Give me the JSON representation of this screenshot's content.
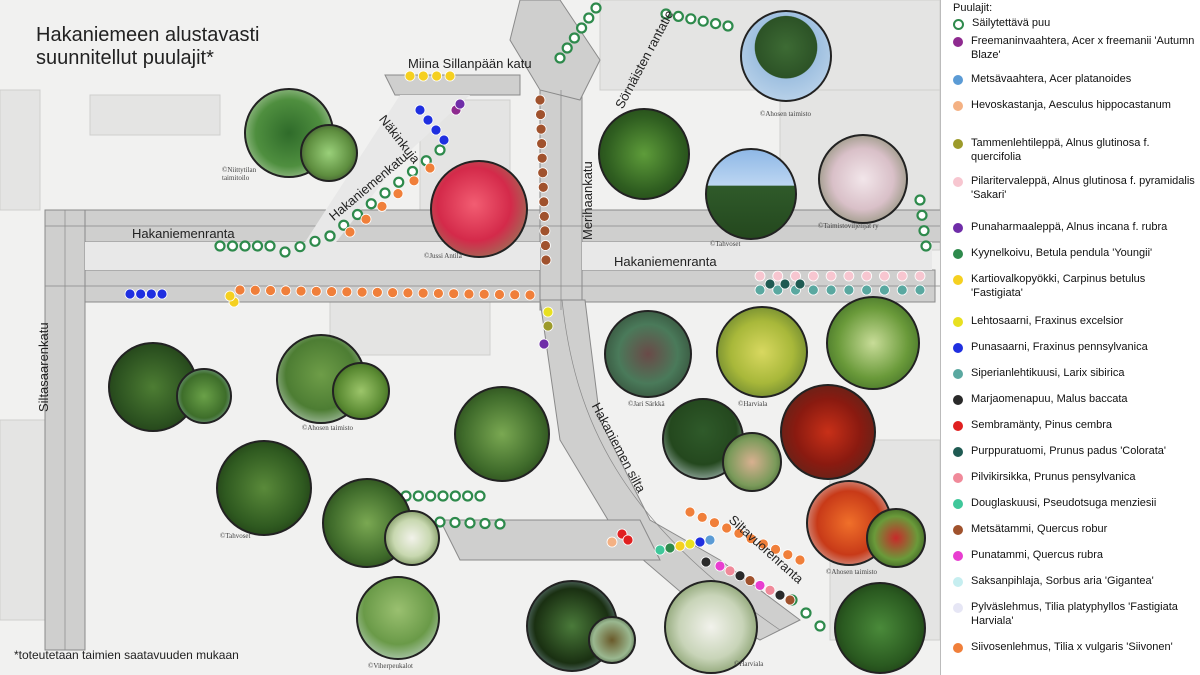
{
  "map": {
    "title": "Hakaniemeen alustavasti suunnitellut puulajit*",
    "footnote": "*toteutetaan taimien saatavuuden mukaan",
    "streets": {
      "miina": "Miina Sillanpään katu",
      "sornaisten": "Sörnäisten rantatie",
      "nakinkuja": "Näkinkuja",
      "hakaniemenkatu": "Hakaniemenkatu",
      "hakaniemenranta_w": "Hakaniemenranta",
      "hakaniemenranta_e": "Hakaniemenranta",
      "siltasaarenkatu": "Siltasaarenkatu",
      "merihaankatu": "Merihaankatu",
      "hakaniemen_silta": "Hakaniemen silta",
      "siltavuorenranta": "Siltavuorenranta"
    },
    "credits": {
      "ahonen_top": "©Ahosen taimisto",
      "niittytila": "©Niittytilan taimitoilo",
      "jussi": "©Jussi Antila",
      "tahvoset_1": "©Tahvoset",
      "taimistoviljelijat": "©Taimistoviljelijät ry",
      "ahonen_left": "©Ahosen taimisto",
      "jari": "©Jari Särkkä",
      "harviala_1": "©Harviala",
      "tahvoset_2": "©Tahvoset",
      "ahonen_right": "©Ahosen taimisto",
      "viherpeukalot": "©Viherpeukalot",
      "harviala_2": "©Harviala"
    }
  },
  "legend": {
    "title": "Puulajit:",
    "items": [
      {
        "label": "Säilytettävä puu",
        "color": "#2e8a4c",
        "marker": "ring"
      },
      {
        "label": "Freemaninvaahtera, Acer x freemanii 'Autumn Blaze'",
        "color": "#8e2a8f"
      },
      {
        "label": "Metsävaahtera, Acer platanoides",
        "color": "#5b9bd5"
      },
      {
        "label": "Hevoskastanja, Aesculus hippocastanum",
        "color": "#f4b183"
      },
      {
        "label": "Tammenlehtileppä, Alnus glutinosa f. quercifolia",
        "color": "#9c9a2a"
      },
      {
        "label": "Pilaritervaleppä, Alnus glutinosa f. pyramidalis 'Sakari'",
        "color": "#f7c6d0"
      },
      {
        "label": "Punaharmaaleppä, Alnus incana f. rubra",
        "color": "#6f2da8"
      },
      {
        "label": "Kyynelkoivu, Betula pendula 'Youngii'",
        "color": "#2e8a4c"
      },
      {
        "label": "Kartiovalkopyökki, Carpinus betulus 'Fastigiata'",
        "color": "#f5d020"
      },
      {
        "label": "Lehtosaarni, Fraxinus excelsior",
        "color": "#e8e020"
      },
      {
        "label": "Punasaarni, Fraxinus pennsylvanica",
        "color": "#1f2fe0"
      },
      {
        "label": "Siperianlehtikuusi, Larix sibirica",
        "color": "#5aa8a0"
      },
      {
        "label": "Marjaomenapuu, Malus baccata",
        "color": "#2a2a2a"
      },
      {
        "label": "Sembramänty, Pinus cembra",
        "color": "#e02020"
      },
      {
        "label": "Purppuratuomi, Prunus padus 'Colorata'",
        "color": "#1f5a52"
      },
      {
        "label": "Pilvikirsikka, Prunus pensylvanica",
        "color": "#f08a9a"
      },
      {
        "label": "Douglaskuusi, Pseudotsuga menziesii",
        "color": "#3fc79a"
      },
      {
        "label": "Metsätammi, Quercus robur",
        "color": "#a0522d"
      },
      {
        "label": "Punatammi, Quercus rubra",
        "color": "#e83ed0"
      },
      {
        "label": "Saksanpihlaja, Sorbus aria 'Gigantea'",
        "color": "#c6eef0"
      },
      {
        "label": "Pylväslehmus, Tilia platyphyllos 'Fastigiata Harviala'",
        "color": "#e6e6f5"
      },
      {
        "label": "Siivosenlehmus, Tilia x vulgaris 'Siivonen'",
        "color": "#f07f3a"
      }
    ]
  }
}
